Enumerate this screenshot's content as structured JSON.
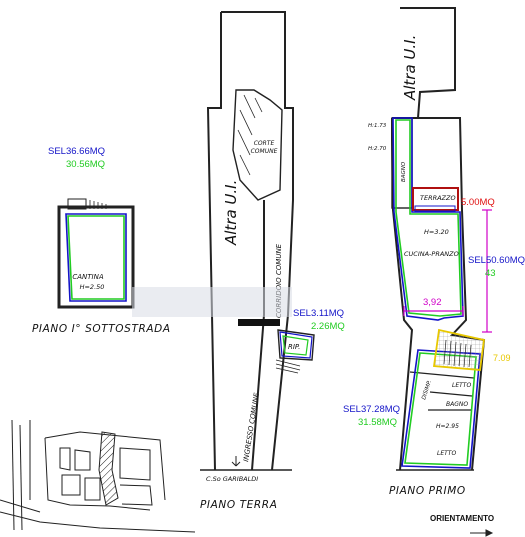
{
  "colors": {
    "blue": "#1414c8",
    "green": "#22cc22",
    "magenta": "#d000c8",
    "red": "#e01010",
    "yellow": "#e8c800",
    "ink": "#1a1a1a"
  },
  "basement": {
    "sel_label": "SEL36.66MQ",
    "area_label": "30.56MQ",
    "room_name": "CANTINA",
    "room_height": "H=2.50",
    "caption": "PIANO I° SOTTOSTRADA"
  },
  "ground": {
    "sel_label": "SEL3.11MQ",
    "area_label": "2.26MQ",
    "court_label_1": "CORTE",
    "court_label_2": "COMUNE",
    "corridor_label": "CORRIDOIO COMUNE",
    "entrance_label": "INGRESSO COMUNE",
    "storage_label": "RIP.",
    "street_label": "C.So GARIBALDI",
    "neighbor_label": "Altra U.I.",
    "caption": "PIANO TERRA"
  },
  "first": {
    "terrace_area": "5.00MQ",
    "terrace_label": "TERRAZZO",
    "sel_label": "SEL50.60MQ",
    "sel_sub": "43",
    "dimension": "3,92",
    "yellow_value": "7.09",
    "h1": "H:1.73",
    "h2": "H:2.70",
    "bath_top": "BAGNO",
    "kitchen_height": "H=3.20",
    "kitchen_label": "CUCINA-PRANZO",
    "sel2_label": "SEL37.28MQ",
    "area2_label": "31.58MQ",
    "disimp_label": "DISIMP.",
    "bed_small": "LETTO",
    "bath_low": "BAGNO",
    "bed_height": "H=2.95",
    "bed_large": "LETTO",
    "neighbor_label": "Altra U.I.",
    "caption": "PIANO PRIMO"
  },
  "orientation_label": "ORIENTAMENTO"
}
